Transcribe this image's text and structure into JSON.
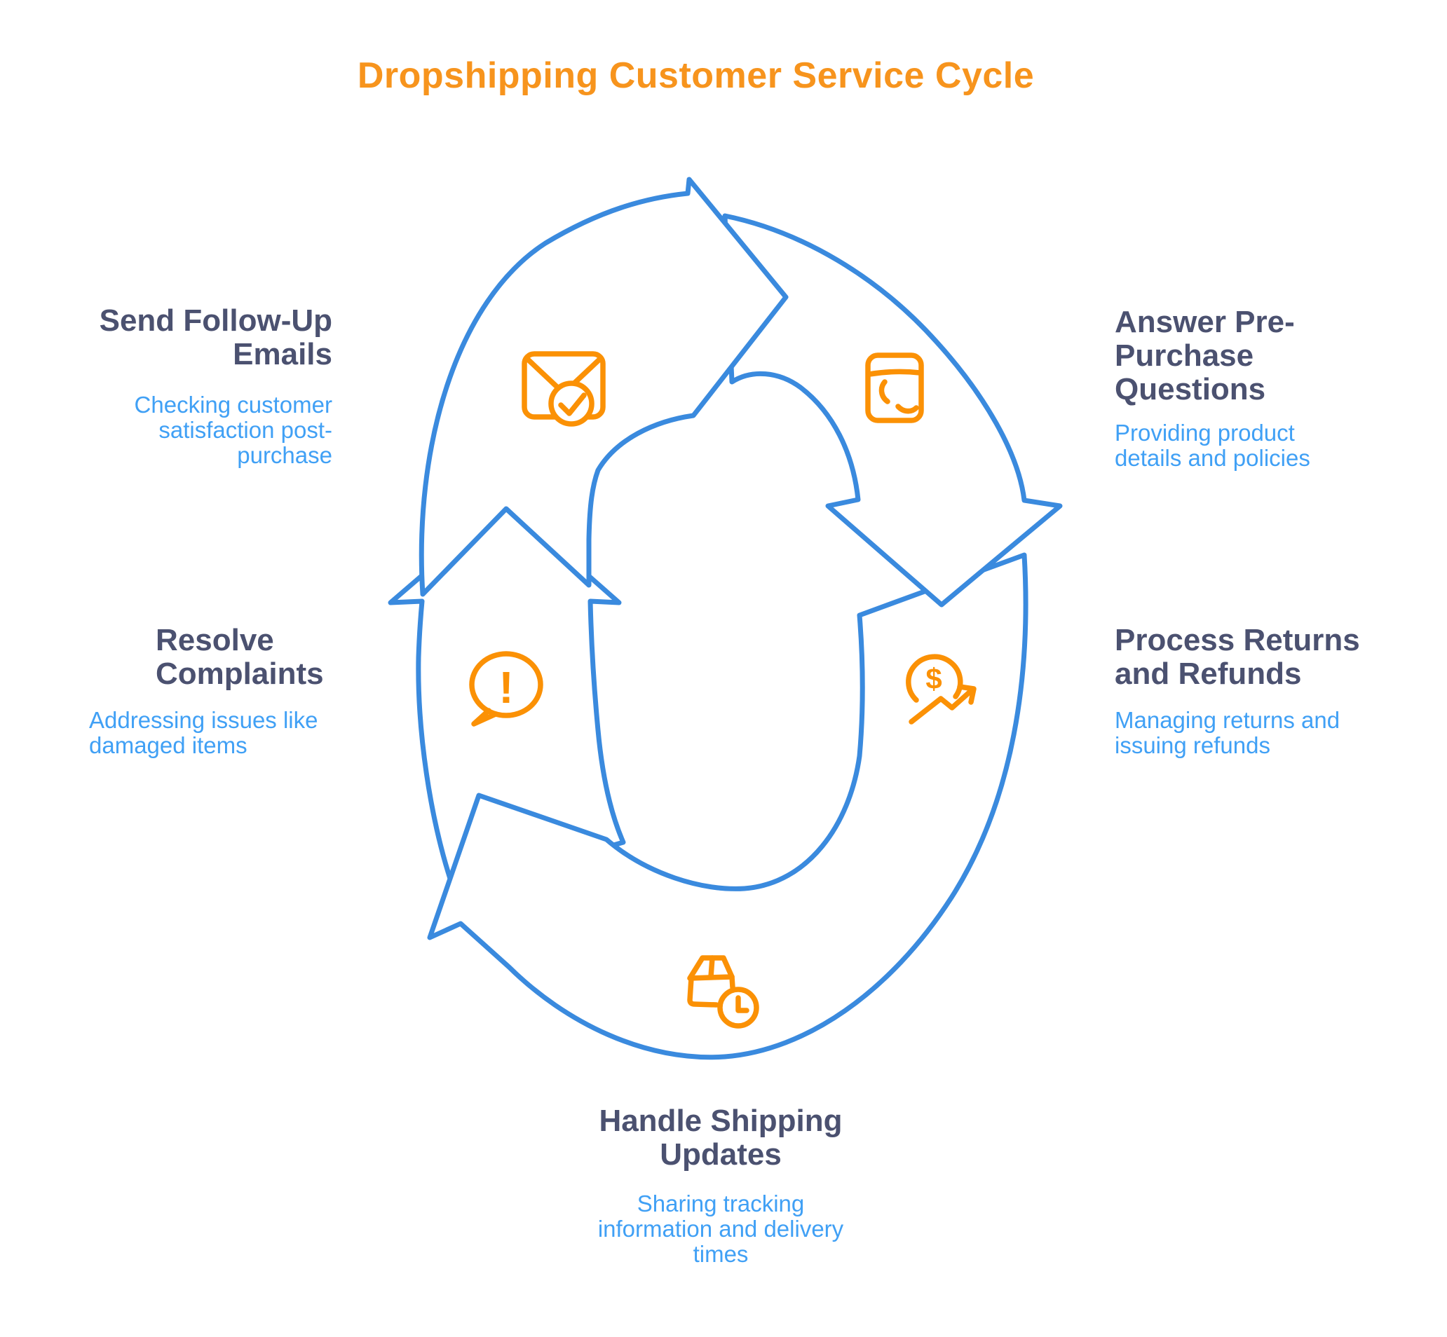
{
  "title": "Dropshipping Customer Service Cycle",
  "colors": {
    "accent_orange": "#F7941D",
    "icon_orange": "#FB9105",
    "arrow_blue": "#3A8ADE",
    "heading_slate": "#4B5170",
    "body_blue": "#40A0F5",
    "background": "#FFFFFF"
  },
  "diagram": {
    "type": "cycle",
    "direction": "clockwise",
    "arrow_segments": 4
  },
  "glyphs": {
    "dollar": "$",
    "exclamation": "!"
  },
  "steps": [
    {
      "name": "send-follow-up-emails",
      "position": "top-left",
      "icon": "mail-check-icon",
      "heading_lines": [
        "Send Follow-Up",
        "Emails"
      ],
      "body_lines": [
        "Checking customer",
        "satisfaction post-",
        "purchase"
      ]
    },
    {
      "name": "answer-pre-purchase-questions",
      "position": "top-right",
      "icon": "contact-book-icon",
      "heading_lines": [
        "Answer Pre-",
        "Purchase",
        "Questions"
      ],
      "body_lines": [
        "Providing product",
        "details and policies"
      ]
    },
    {
      "name": "process-returns-and-refunds",
      "position": "right",
      "icon": "money-trend-icon",
      "heading_lines": [
        "Process Returns",
        "and Refunds"
      ],
      "body_lines": [
        "Managing returns and",
        "issuing refunds"
      ]
    },
    {
      "name": "handle-shipping-updates",
      "position": "bottom",
      "icon": "package-clock-icon",
      "heading_lines": [
        "Handle Shipping",
        "Updates"
      ],
      "body_lines": [
        "Sharing tracking",
        "information and delivery",
        "times"
      ]
    },
    {
      "name": "resolve-complaints",
      "position": "left",
      "icon": "exclamation-bubble-icon",
      "heading_lines": [
        "Resolve",
        "Complaints"
      ],
      "body_lines": [
        "Addressing issues like",
        "damaged items"
      ]
    }
  ]
}
